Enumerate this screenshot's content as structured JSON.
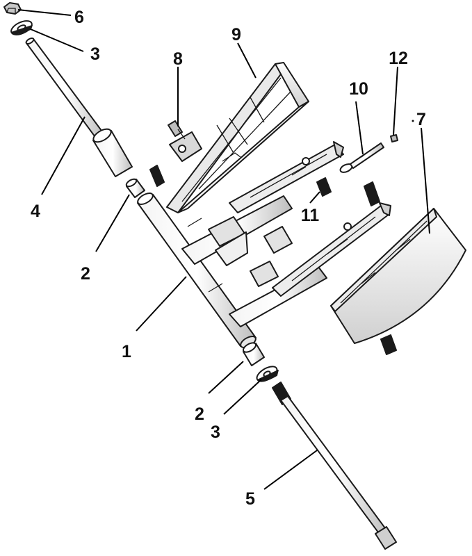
{
  "diagram": {
    "callouts": [
      {
        "id": "1",
        "label": "1"
      },
      {
        "id": "2a",
        "label": "2"
      },
      {
        "id": "2b",
        "label": "2"
      },
      {
        "id": "3a",
        "label": "3"
      },
      {
        "id": "3b",
        "label": "3"
      },
      {
        "id": "4",
        "label": "4"
      },
      {
        "id": "5",
        "label": "5"
      },
      {
        "id": "6",
        "label": "6"
      },
      {
        "id": "7",
        "label": "7"
      },
      {
        "id": "8",
        "label": "8"
      },
      {
        "id": "9",
        "label": "9"
      },
      {
        "id": "10",
        "label": "10"
      },
      {
        "id": "11",
        "label": "11"
      },
      {
        "id": "12",
        "label": "12"
      }
    ]
  }
}
